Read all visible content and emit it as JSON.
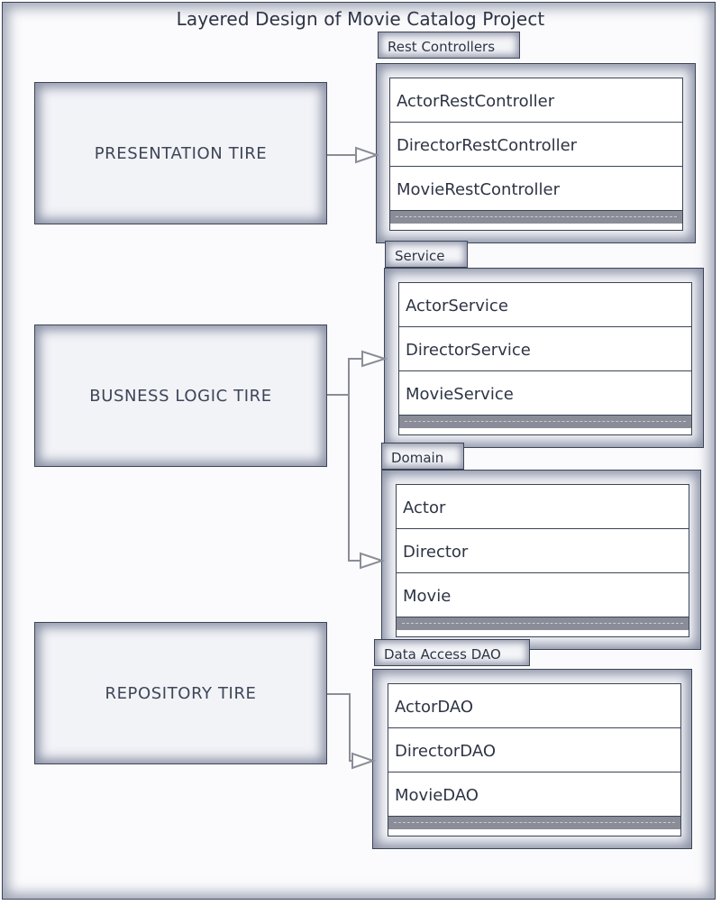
{
  "title": "Layered Design of Movie Catalog Project",
  "tiers": {
    "presentation": "PRESENTATION TIRE",
    "business": "BUSNESS LOGIC TIRE",
    "repository": "REPOSITORY TIRE"
  },
  "packages": {
    "rest": {
      "label": "Rest Controllers",
      "items": [
        "ActorRestController",
        "DirectorRestController",
        "MovieRestController"
      ]
    },
    "service": {
      "label": "Service",
      "items": [
        "ActorService",
        "DirectorService",
        "MovieService"
      ]
    },
    "domain": {
      "label": "Domain",
      "items": [
        "Actor",
        "Director",
        "Movie"
      ]
    },
    "dao": {
      "label": "Data Access DAO",
      "items": [
        "ActorDAO",
        "DirectorDAO",
        "MovieDAO"
      ]
    }
  },
  "colors": {
    "line": "#3c4456",
    "arrow": "#8a8d98",
    "shadow": "#80889e"
  }
}
